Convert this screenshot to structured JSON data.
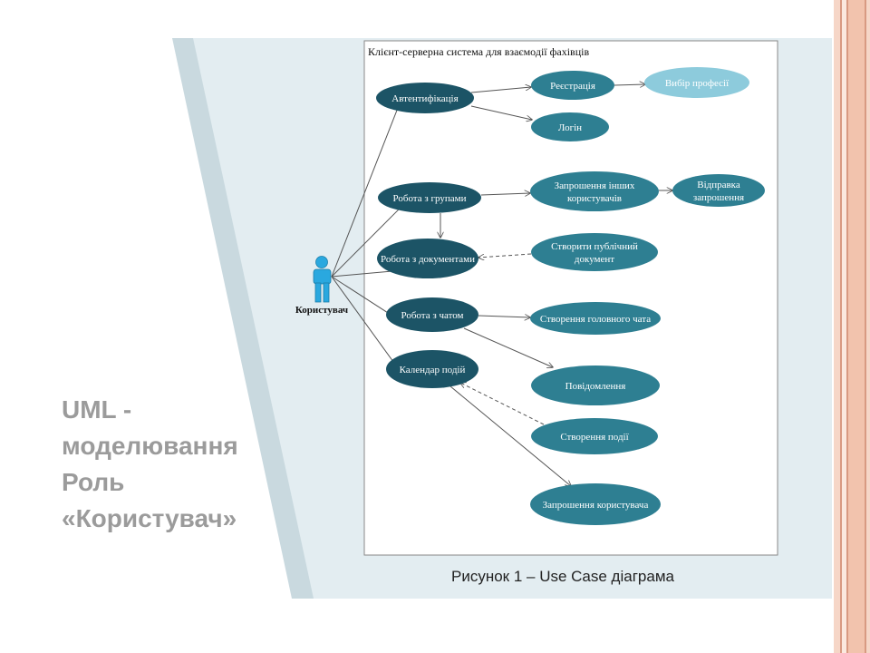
{
  "slide": {
    "title": "UML -\nмоделювання\nРоль\n«Користувач»",
    "caption": "Рисунок 1 – Use Case діаграма"
  },
  "diagram": {
    "system_title": "Клієнт-серверна система для взаємодії фахівців",
    "actor_label": "Користувач",
    "use_cases": {
      "auth": [
        "Автентифікація"
      ],
      "register": [
        "Реєстрація"
      ],
      "profession": [
        "Вибір професії"
      ],
      "login": [
        "Логін"
      ],
      "groups": [
        "Робота з групами"
      ],
      "invite_others": [
        "Запрошення інших",
        "користувачів"
      ],
      "send_invite": [
        "Відправка",
        "запрошення"
      ],
      "documents": [
        "Робота з документами"
      ],
      "public_doc": [
        "Створити публічний",
        "документ"
      ],
      "chat": [
        "Робота з чатом"
      ],
      "main_chat": [
        "Створення головного чата"
      ],
      "messages": [
        "Повідомлення"
      ],
      "calendar": [
        "Календар подій"
      ],
      "create_event": [
        "Створення події"
      ],
      "invite_user": [
        "Запрошення користувача"
      ]
    }
  },
  "colors": {
    "dark_usecase": "#1c5466",
    "mid_usecase": "#2e7f92",
    "light_usecase": "#8dcbdc",
    "panel_bg": "#e3edf1",
    "slant_bg": "#c9d9df",
    "actor": "#2aa8df",
    "stripe_pink": "#f2c3ad",
    "stripe_line": "#d89a82"
  }
}
